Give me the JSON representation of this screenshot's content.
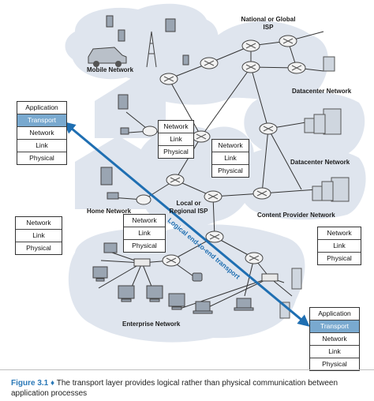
{
  "regions": {
    "mobile": "Mobile Network",
    "national_isp": "National or Global ISP",
    "datacenter_top": "Datacenter Network",
    "datacenter_mid": "Datacenter Network",
    "home": "Home Network",
    "regional_isp": "Local or Regional ISP",
    "content_provider": "Content Provider Network",
    "enterprise": "Enterprise Network"
  },
  "stacks": {
    "source_host": [
      "Application",
      "Transport",
      "Network",
      "Link",
      "Physical"
    ],
    "dest_host": [
      "Application",
      "Transport",
      "Network",
      "Link",
      "Physical"
    ],
    "router_a": [
      "Network",
      "Link",
      "Physical"
    ],
    "router_b": [
      "Network",
      "Link",
      "Physical"
    ],
    "router_c": [
      "Network",
      "Link",
      "Physical"
    ],
    "router_d": [
      "Network",
      "Link",
      "Physical"
    ],
    "router_e": [
      "Network",
      "Link",
      "Physical"
    ]
  },
  "arrow_label": "Logical end-to-end transport",
  "caption": {
    "figure": "Figure 3.1",
    "diamond": "♦",
    "text": "The transport layer provides logical rather than physical communication between application processes"
  },
  "colors": {
    "cloud": "#dfe5ee",
    "highlight": "#79a9cf",
    "arrow": "#1f6fb2",
    "router": "#f2f2f2"
  }
}
